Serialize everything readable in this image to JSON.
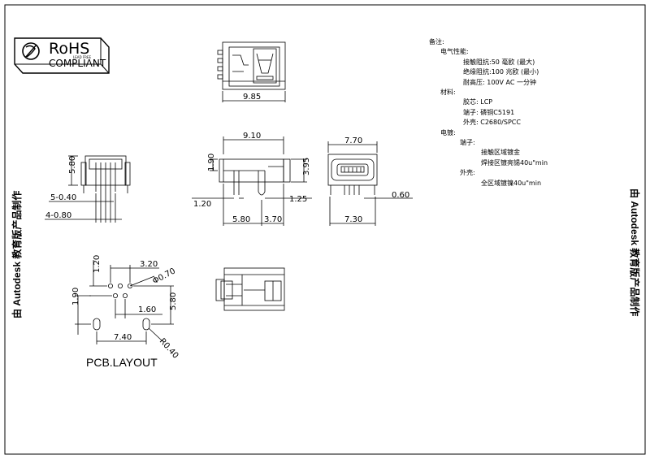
{
  "logo": {
    "rohs": "RoHS",
    "lead_free": "LEAD FREE",
    "compliant": "COMPLIANT"
  },
  "watermark": {
    "left": "由 Autodesk 教育版产品制作",
    "right": "由 Autodesk 教育版产品制作"
  },
  "dims": {
    "top_width": "9.85",
    "side_width": "9.10",
    "side_height": "1.90",
    "side_right": "3.95",
    "side_pitch": "1.20",
    "side_right_small": "1.25",
    "side_bottom_left": "5.80",
    "side_bottom_right": "3.70",
    "front_left_height": "5.80",
    "front_pin": "5-0.40",
    "front_pin2": "4-0.80",
    "end_top": "7.70",
    "end_bottom": "7.30",
    "end_pin": "0.60",
    "pcb_pitch": "1.20",
    "pcb_320": "3.20",
    "pcb_hole": "Φ0.70",
    "pcb_190": "1.90",
    "pcb_160": "1.60",
    "pcb_580": "5.80",
    "pcb_740": "7.40",
    "pcb_r": "R0.40",
    "pcb_title": "PCB.LAYOUT"
  },
  "notes": [
    {
      "text": "备注:",
      "indent": 0
    },
    {
      "text": "电气性能:",
      "indent": 14
    },
    {
      "text": "接触阻抗:50 毫欧 (最大)",
      "indent": 42
    },
    {
      "text": "绝缘阻抗:100 兆欧 (最小)",
      "indent": 42
    },
    {
      "text": "耐高压:  100V AC 一分钟",
      "indent": 42
    },
    {
      "text": "材料:",
      "indent": 14
    },
    {
      "text": "胶芯: LCP",
      "indent": 42
    },
    {
      "text": "端子: 磷铜C5191",
      "indent": 42
    },
    {
      "text": "外壳: C2680/SPCC",
      "indent": 42
    },
    {
      "text": "电镀:",
      "indent": 14
    },
    {
      "text": "端子:",
      "indent": 38
    },
    {
      "text": "接触区域镀金",
      "indent": 64
    },
    {
      "text": "焊接区镀亮锡40u\"min",
      "indent": 64
    },
    {
      "text": "外壳:",
      "indent": 38
    },
    {
      "text": "全区域镀镍40u\"min",
      "indent": 64
    }
  ]
}
